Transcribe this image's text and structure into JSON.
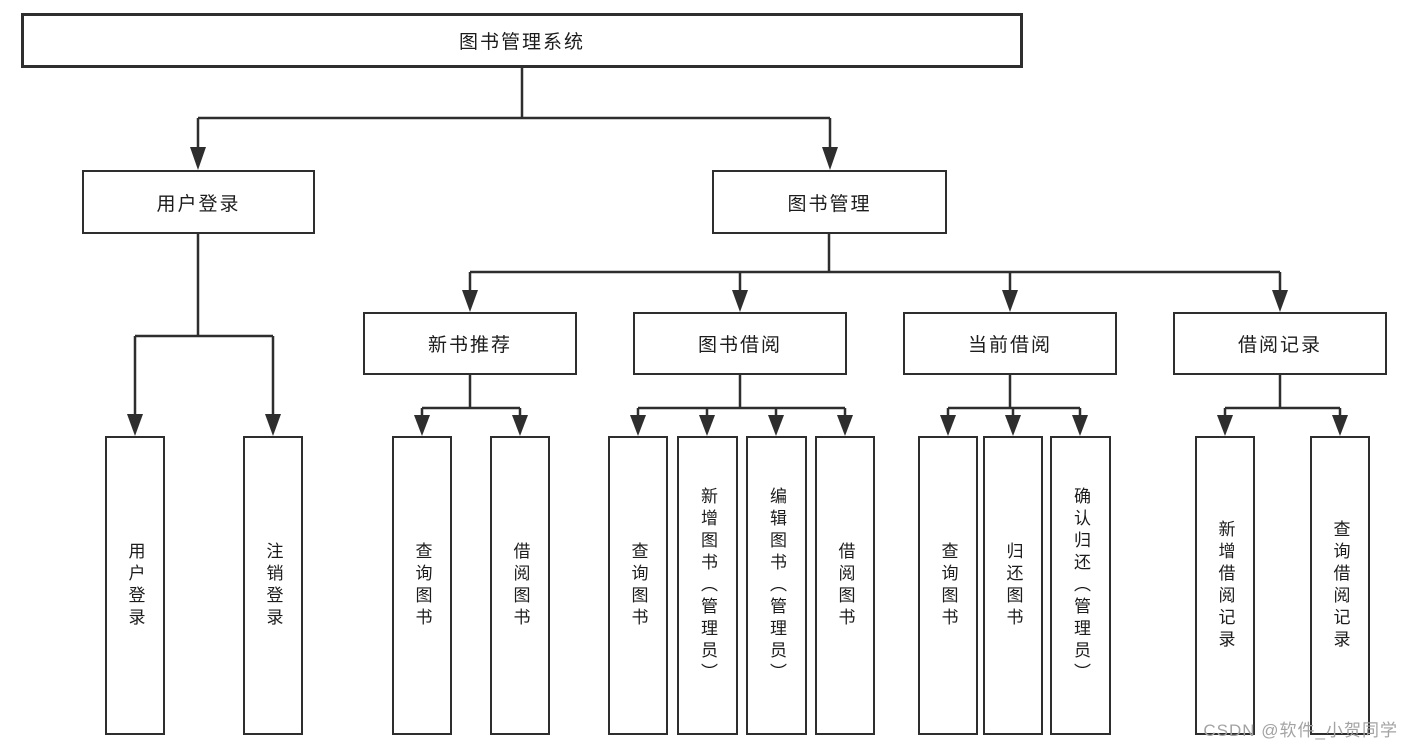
{
  "diagram": {
    "title": "图书管理系统",
    "level2": [
      {
        "label": "用户登录"
      },
      {
        "label": "图书管理"
      }
    ],
    "level3": [
      {
        "label": "新书推荐"
      },
      {
        "label": "图书借阅"
      },
      {
        "label": "当前借阅"
      },
      {
        "label": "借阅记录"
      }
    ],
    "leaves": {
      "user": [
        "用户登录",
        "注销登录"
      ],
      "new_books": [
        "查询图书",
        "借阅图书"
      ],
      "book_borrow": [
        "查询图书",
        "新增图书（管理员）",
        "编辑图书（管理员）",
        "借阅图书"
      ],
      "current_borrow": [
        "查询图书",
        "归还图书",
        "确认归还（管理员）"
      ],
      "borrow_records": [
        "新增借阅记录",
        "查询借阅记录"
      ]
    }
  },
  "watermark": "CSDN @软件_小贺同学",
  "colors": {
    "line": "#2e2e2e",
    "text": "#1c1c1c",
    "box_background": "#ffffff",
    "watermark": "#a3a3a3",
    "background": "#ffffff"
  }
}
